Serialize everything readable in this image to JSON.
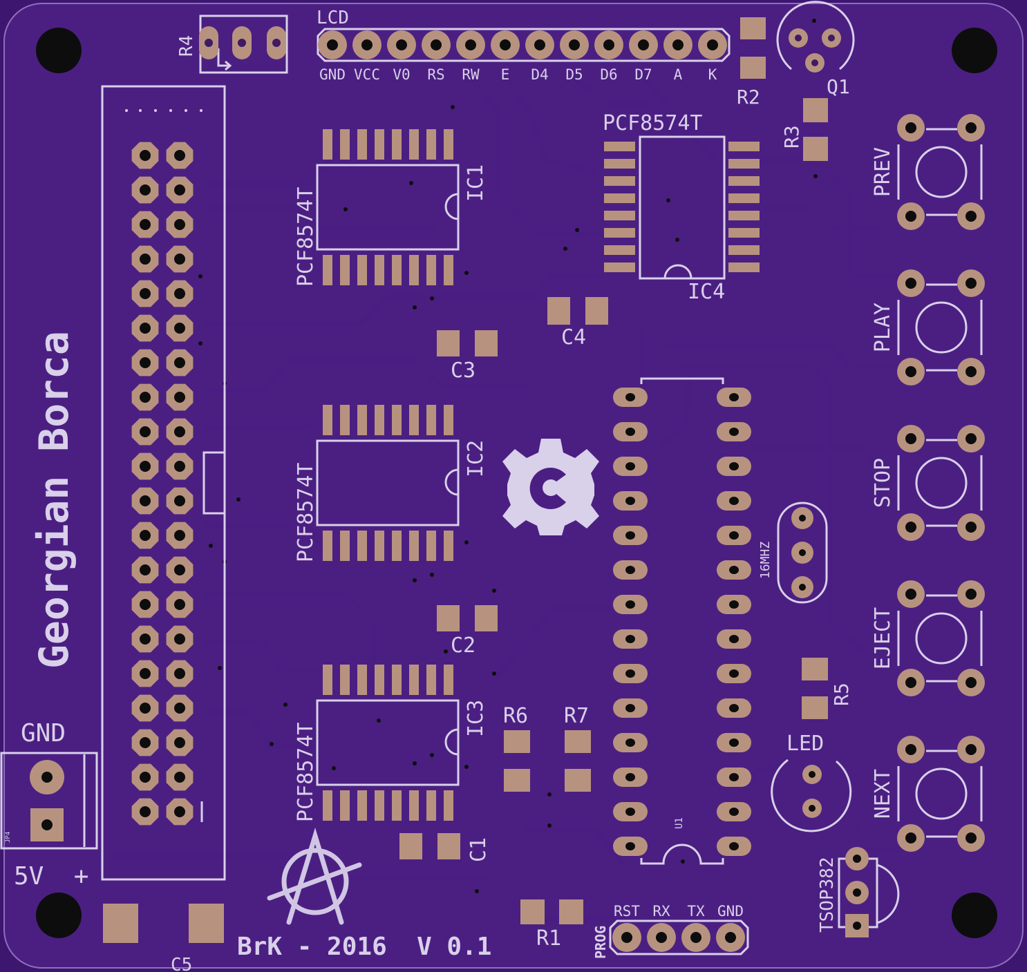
{
  "board": {
    "author_vertical": "Georgian Borca",
    "footer": "BrK - 2016  V 0.1",
    "colors": {
      "board": "#4b1f82",
      "silk": "#d9d0ea",
      "pad": "#b7937f",
      "hole": "#0d0d0d"
    }
  },
  "lcd": {
    "title": "LCD",
    "pins": [
      "GND",
      "VCC",
      "V0",
      "RS",
      "RW",
      "E",
      "D4",
      "D5",
      "D6",
      "D7",
      "A",
      "K"
    ]
  },
  "parts": {
    "r4": "R4",
    "r2": "R2",
    "r3": "R3",
    "q1": "Q1",
    "ic1_name": "PCF8574T",
    "ic1": "IC1",
    "ic2_name": "PCF8574T",
    "ic2": "IC2",
    "ic3_name": "PCF8574T",
    "ic3": "IC3",
    "ic4_name": "PCF8574T",
    "ic4": "IC4",
    "c1": "C1",
    "c2": "C2",
    "c3": "C3",
    "c4": "C4",
    "c5": "C5",
    "r1": "R1",
    "r5": "R5",
    "r6": "R6",
    "r7": "R7",
    "u1": "U1",
    "crystal": "16MHZ",
    "led": "LED",
    "tsop": "TSOP382",
    "jp4": "JP4"
  },
  "power": {
    "gnd": "GND",
    "vcc": "5V  +"
  },
  "buttons": [
    "PREV",
    "PLAY",
    "STOP",
    "EJECT",
    "NEXT"
  ],
  "prog": {
    "label": "PROG",
    "pins": [
      "RST",
      "RX",
      "TX",
      "GND"
    ]
  }
}
